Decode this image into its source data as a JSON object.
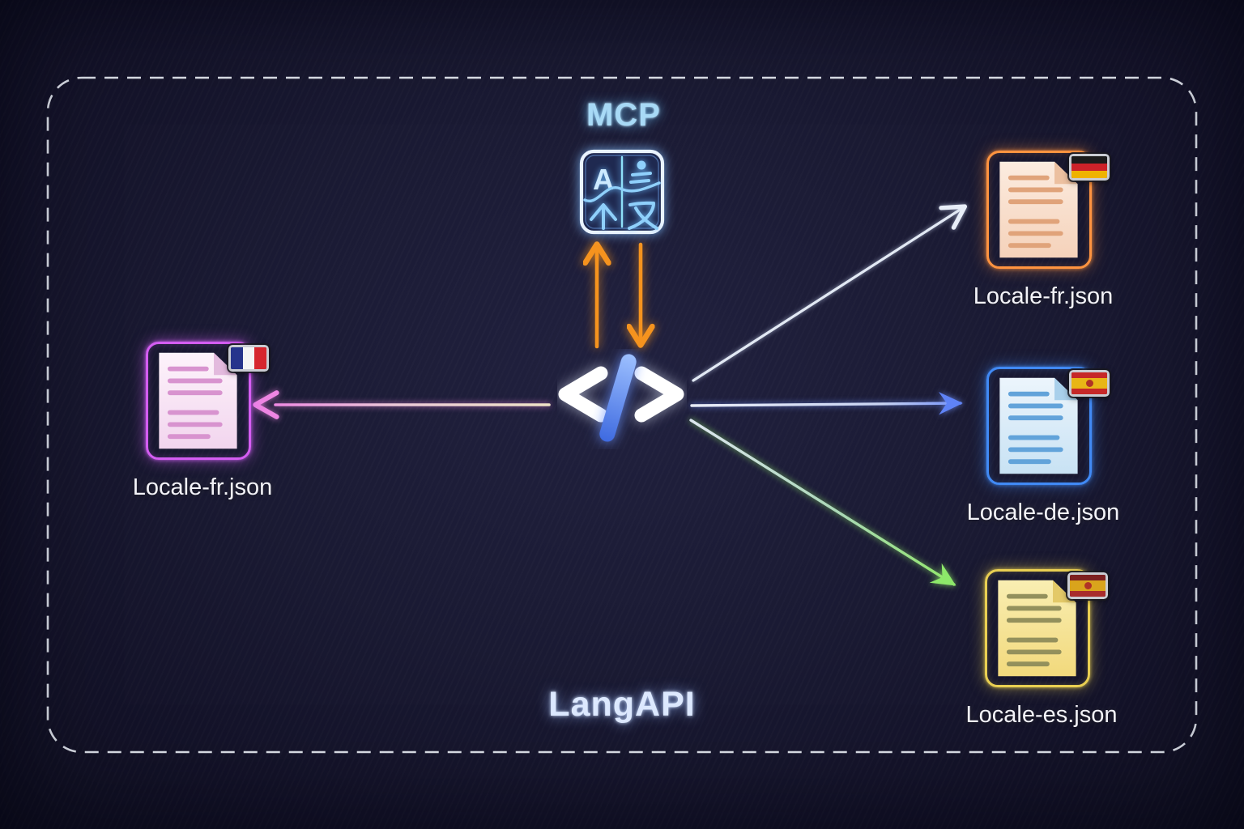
{
  "mcp": {
    "label": "MCP",
    "icon": "translate-icon",
    "icon_letter": "A"
  },
  "hub": {
    "icon": "code-icon",
    "symbol": "</>"
  },
  "brand": {
    "title": "LangAPI"
  },
  "source_file": {
    "label": "Locale-fr.json",
    "flag": "france",
    "accent_color": "#d45df2"
  },
  "output_files": [
    {
      "label": "Locale-fr.json",
      "flag": "germany",
      "accent_color": "#ff9440"
    },
    {
      "label": "Locale-de.json",
      "flag": "spain",
      "accent_color": "#418af5"
    },
    {
      "label": "Locale-es.json",
      "flag": "spain",
      "accent_color": "#e9cf52"
    }
  ],
  "flows": [
    {
      "from": "code-hub",
      "to": "mcp",
      "direction": "bidirectional",
      "color": "#f5931e"
    },
    {
      "from": "code-hub",
      "to": "source-file",
      "head": "open",
      "color": "#ee86e2"
    },
    {
      "from": "code-hub",
      "to": "output-0",
      "head": "open",
      "color": "#e2e9f4"
    },
    {
      "from": "code-hub",
      "to": "output-1",
      "head": "filled",
      "color": "#5f83f7"
    },
    {
      "from": "code-hub",
      "to": "output-2",
      "head": "filled",
      "color": "#8de86a"
    }
  ],
  "frame": {
    "style": "dashed",
    "color": "#eef2fa"
  }
}
